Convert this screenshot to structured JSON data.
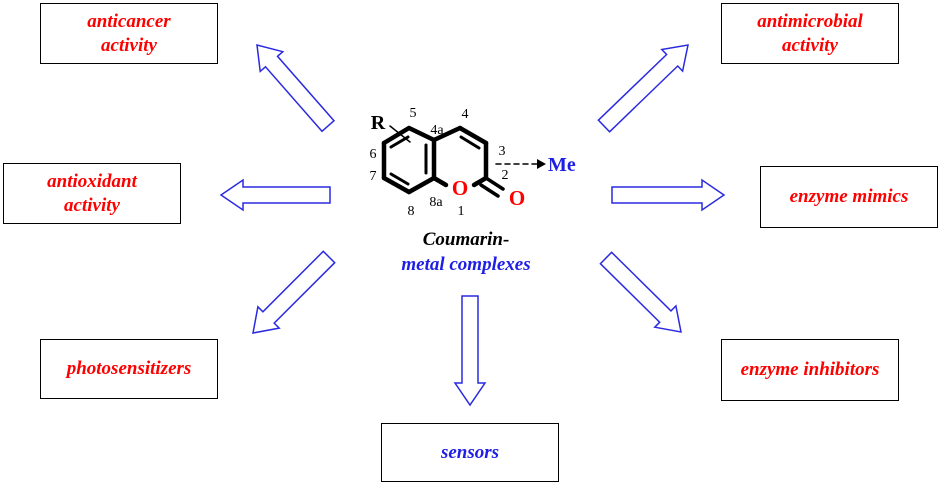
{
  "colors": {
    "red": "#ff0000",
    "blue": "#1e1ee6",
    "arrow": "#2a2ae0",
    "bond": "#000000"
  },
  "boxes": [
    {
      "id": "anticancer",
      "label": "anticancer\nactivity",
      "color": "red"
    },
    {
      "id": "antimicrobial",
      "label": "antimicrobial\nactivity",
      "color": "red"
    },
    {
      "id": "antioxidant",
      "label": "antioxidant\nactivity",
      "color": "red"
    },
    {
      "id": "enzyme-mimics",
      "label": "enzyme mimics",
      "color": "red"
    },
    {
      "id": "photosensitizers",
      "label": "photosensitizers",
      "color": "red"
    },
    {
      "id": "enzyme-inhibitors",
      "label": "enzyme inhibitors",
      "color": "red"
    },
    {
      "id": "sensors",
      "label": "sensors",
      "color": "blue"
    }
  ],
  "molecule": {
    "substituent": "R",
    "methyl": "Me",
    "ring_oxygen": "O",
    "carbonyl_oxygen": "O",
    "positions": [
      "5",
      "4a",
      "4",
      "3",
      "2",
      "6",
      "7",
      "8",
      "8a",
      "1"
    ]
  },
  "caption": {
    "line1": "Coumarin-",
    "line2": "metal complexes"
  }
}
